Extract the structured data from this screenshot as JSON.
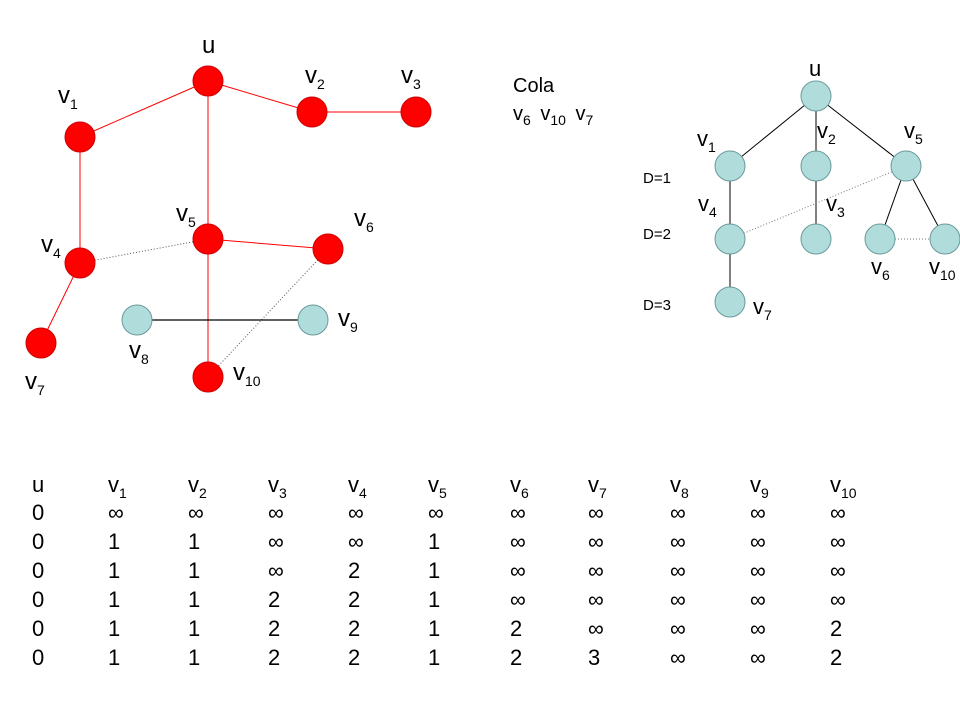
{
  "colors": {
    "visited": "#ff0000",
    "unvisited": "#b0dcdc",
    "highlight": "#c0390b"
  },
  "graph": {
    "labels": {
      "u": {
        "base": "u",
        "sub": ""
      },
      "v1": {
        "base": "v",
        "sub": "1"
      },
      "v2": {
        "base": "v",
        "sub": "2"
      },
      "v3": {
        "base": "v",
        "sub": "3"
      },
      "v4": {
        "base": "v",
        "sub": "4"
      },
      "v5": {
        "base": "v",
        "sub": "5"
      },
      "v6": {
        "base": "v",
        "sub": "6"
      },
      "v7": {
        "base": "v",
        "sub": "7"
      },
      "v8": {
        "base": "v",
        "sub": "8"
      },
      "v9": {
        "base": "v",
        "sub": "9"
      },
      "v10": {
        "base": "v",
        "sub": "10"
      }
    }
  },
  "queue": {
    "title": "Cola",
    "items": [
      {
        "base": "v",
        "sub": "6"
      },
      {
        "base": "v",
        "sub": "10"
      },
      {
        "base": "v",
        "sub": "7"
      }
    ]
  },
  "tree": {
    "levels": [
      "D=1",
      "D=2",
      "D=3"
    ],
    "labels": {
      "u": {
        "base": "u",
        "sub": ""
      },
      "v1": {
        "base": "v",
        "sub": "1"
      },
      "v2": {
        "base": "v",
        "sub": "2"
      },
      "v5": {
        "base": "v",
        "sub": "5"
      },
      "v4": {
        "base": "v",
        "sub": "4"
      },
      "v3": {
        "base": "v",
        "sub": "3"
      },
      "v6": {
        "base": "v",
        "sub": "6"
      },
      "v10": {
        "base": "v",
        "sub": "10"
      },
      "v7": {
        "base": "v",
        "sub": "7"
      }
    }
  },
  "table": {
    "headers": [
      {
        "base": "u",
        "sub": ""
      },
      {
        "base": "v",
        "sub": "1"
      },
      {
        "base": "v",
        "sub": "2"
      },
      {
        "base": "v",
        "sub": "3"
      },
      {
        "base": "v",
        "sub": "4"
      },
      {
        "base": "v",
        "sub": "5"
      },
      {
        "base": "v",
        "sub": "6"
      },
      {
        "base": "v",
        "sub": "7"
      },
      {
        "base": "v",
        "sub": "8"
      },
      {
        "base": "v",
        "sub": "9"
      },
      {
        "base": "v",
        "sub": "10"
      }
    ],
    "highlight_column": 7,
    "rows": [
      [
        "0",
        "∞",
        "∞",
        "∞",
        "∞",
        "∞",
        "∞",
        "∞",
        "∞",
        "∞",
        "∞"
      ],
      [
        "0",
        "1",
        "1",
        "∞",
        "∞",
        "1",
        "∞",
        "∞",
        "∞",
        "∞",
        "∞"
      ],
      [
        "0",
        "1",
        "1",
        "∞",
        "2",
        "1",
        "∞",
        "∞",
        "∞",
        "∞",
        "∞"
      ],
      [
        "0",
        "1",
        "1",
        "2",
        "2",
        "1",
        "∞",
        "∞",
        "∞",
        "∞",
        "∞"
      ],
      [
        "0",
        "1",
        "1",
        "2",
        "2",
        "1",
        "2",
        "∞",
        "∞",
        "∞",
        "2"
      ],
      [
        "0",
        "1",
        "1",
        "2",
        "2",
        "1",
        "2",
        "3",
        "∞",
        "∞",
        "2"
      ]
    ]
  }
}
